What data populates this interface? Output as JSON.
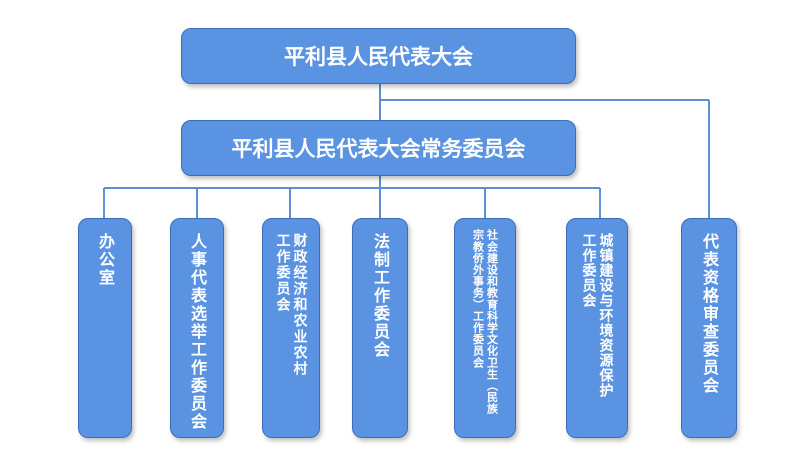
{
  "top": "平利县人民代表大会",
  "middle": "平利县人民代表大会常务委员会",
  "committees": [
    {
      "lines": [
        "办公室"
      ]
    },
    {
      "lines": [
        "人事代表选举工作委员会"
      ]
    },
    {
      "lines": [
        "财政经济和农业农村",
        "工作委员会"
      ]
    },
    {
      "lines": [
        "法制工作委员会"
      ]
    },
    {
      "lines": [
        "社会建设和教育科学文化卫生（民族",
        "宗教侨外事务）工作委员会"
      ]
    },
    {
      "lines": [
        "城镇建设与环境资源保护",
        "工作委员会"
      ]
    },
    {
      "lines": [
        "代表资格审查委员会"
      ]
    }
  ],
  "colors": {
    "box_fill": "#5b93e3",
    "box_border": "#3d6db8",
    "connector": "#5b8fd6"
  }
}
